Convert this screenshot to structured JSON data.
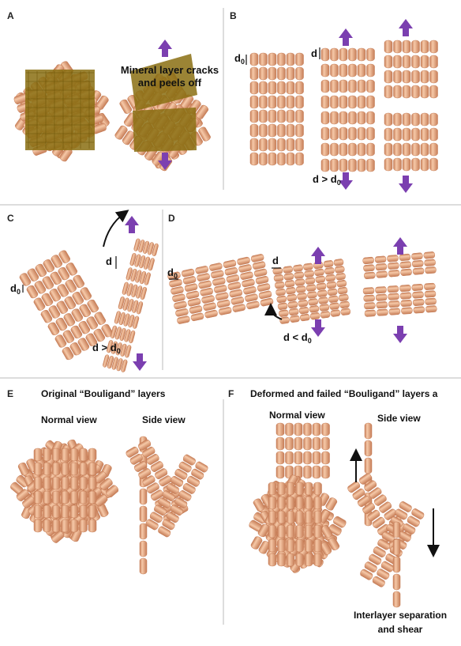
{
  "panels": {
    "A": {
      "label": "A",
      "annotation": "Mineral layer cracks\nand peels off"
    },
    "B": {
      "label": "B",
      "d0_main": "d",
      "d0_sub": "0",
      "d_main": "d",
      "relation_main": "d > d",
      "relation_sub": "0"
    },
    "C": {
      "label": "C",
      "d0_main": "d",
      "d0_sub": "0",
      "d_main": "d",
      "relation_main": "d > d",
      "relation_sub": "0"
    },
    "D": {
      "label": "D",
      "d0_main": "d",
      "d0_sub": "0",
      "d_main": "d",
      "relation_main": "d < d",
      "relation_sub": "0"
    },
    "E": {
      "label": "E",
      "title": "Original “Bouligand” layers",
      "normal_view": "Normal view",
      "side_view": "Side view"
    },
    "F": {
      "label": "F",
      "title": "Deformed and failed  “Bouligand” layers a",
      "normal_view": "Normal view",
      "side_view": "Side view",
      "caption_line1": "Interlayer separation",
      "caption_line2": "and shear"
    }
  },
  "colors": {
    "fiber": "#e8a77f",
    "fiber_dark": "#c67d57",
    "fiber_light": "#f6c9a8",
    "mineral": "#8a6f12",
    "arrow_purple": "#7b3fb0",
    "divider": "#bbbbbb"
  }
}
